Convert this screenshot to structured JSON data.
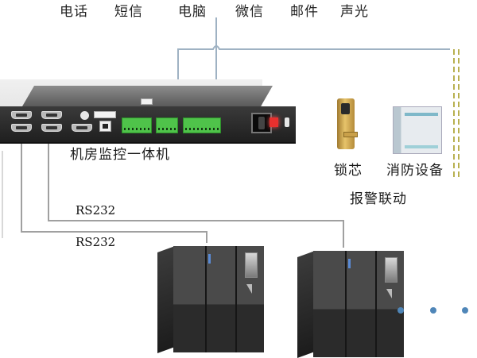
{
  "diagram": {
    "notification_channels": [
      "电话",
      "短信",
      "电脑",
      "微信",
      "邮件",
      "声光"
    ],
    "controller": {
      "label": "机房监控一体机"
    },
    "alarm_linkage": {
      "group_label": "报警联动",
      "devices": [
        {
          "label": "锁芯"
        },
        {
          "label": "消防设备"
        }
      ]
    },
    "connections": [
      {
        "label": "RS232"
      },
      {
        "label": "RS232"
      }
    ],
    "ellipsis_dots": 3,
    "colors": {
      "link_line": "#9fb2c3",
      "rs232_line": "#a0a0a0",
      "dashed_line": "#b8b050",
      "dot": "#4f86b8",
      "terminal_green": "#4fc34a"
    }
  }
}
